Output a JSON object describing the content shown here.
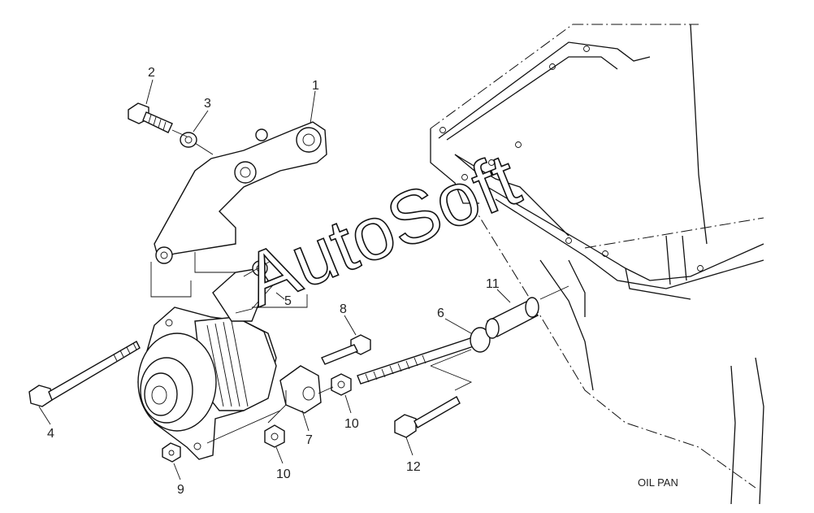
{
  "callouts": [
    {
      "id": "callout-1",
      "text": "1"
    },
    {
      "id": "callout-2",
      "text": "2"
    },
    {
      "id": "callout-3",
      "text": "3"
    },
    {
      "id": "callout-4",
      "text": "4"
    },
    {
      "id": "callout-5",
      "text": "5"
    },
    {
      "id": "callout-6",
      "text": "6"
    },
    {
      "id": "callout-7",
      "text": "7"
    },
    {
      "id": "callout-8",
      "text": "8"
    },
    {
      "id": "callout-9",
      "text": "9"
    },
    {
      "id": "callout-10a",
      "text": "10"
    },
    {
      "id": "callout-10b",
      "text": "10"
    },
    {
      "id": "callout-11",
      "text": "11"
    },
    {
      "id": "callout-12",
      "text": "12"
    }
  ],
  "caption": "OIL PAN",
  "watermark": "AutoSoft"
}
